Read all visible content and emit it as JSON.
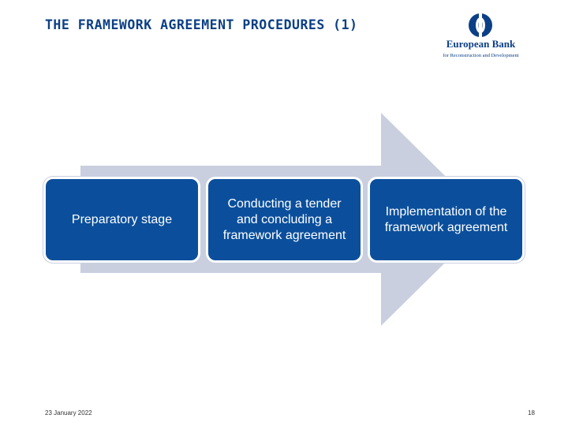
{
  "slide": {
    "title": "THE FRAMEWORK AGREEMENT PROCEDURES (1)",
    "logo": {
      "name": "European Bank",
      "subtitle": "for Reconstruction and Development"
    },
    "stages": [
      {
        "label": "Preparatory stage"
      },
      {
        "label": "Conducting a tender and concluding a framework agreement"
      },
      {
        "label": "Implementation of the framework agreement"
      }
    ],
    "footer": {
      "date": "23 January 2022",
      "page": "18"
    }
  },
  "colors": {
    "title": "#0b3f86",
    "box": "#0b4f9c",
    "arrow": "#c9cfdf"
  }
}
